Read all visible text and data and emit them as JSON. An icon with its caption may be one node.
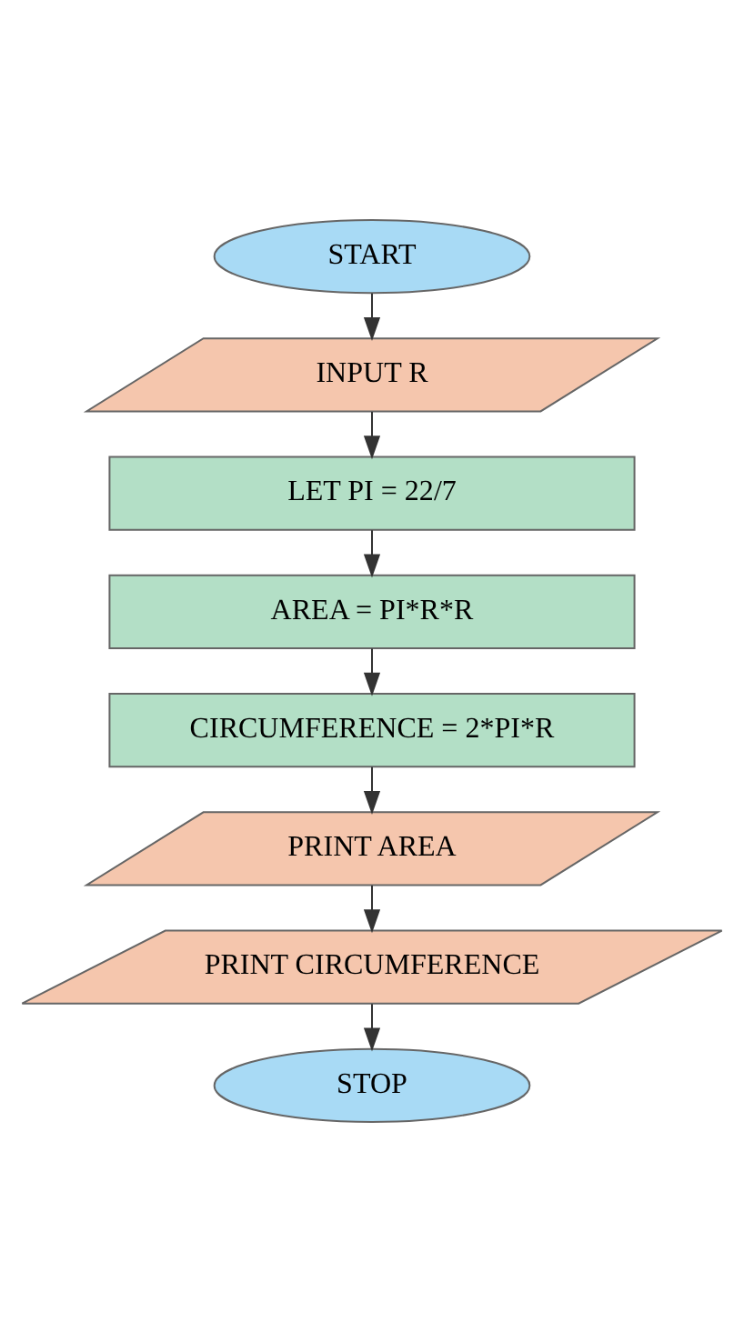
{
  "diagram": {
    "nodes": [
      {
        "text": [
          "START"
        ]
      },
      {
        "text": [
          "INPUT R"
        ]
      },
      {
        "text": [
          "LET PI = 22/7"
        ]
      },
      {
        "text": [
          "AREA = PI*R*R"
        ]
      },
      {
        "text": [
          "CIRCUMFERENCE = 2*PI*R"
        ]
      },
      {
        "text": [
          "PRINT AREA"
        ]
      },
      {
        "text": [
          "PRINT CIRCUMFERENCE"
        ]
      },
      {
        "text": [
          "STOP"
        ]
      }
    ],
    "edges": [
      {
        "from": 0,
        "to": 1,
        "arrow": "to"
      },
      {
        "from": 1,
        "to": 2,
        "arrow": "to"
      },
      {
        "from": 2,
        "to": 3,
        "arrow": "to"
      },
      {
        "from": 3,
        "to": 4,
        "arrow": "to"
      },
      {
        "from": 4,
        "to": 5,
        "arrow": "to"
      },
      {
        "from": 5,
        "to": 6,
        "arrow": "to"
      },
      {
        "from": 6,
        "to": 7,
        "arrow": "to"
      }
    ]
  }
}
